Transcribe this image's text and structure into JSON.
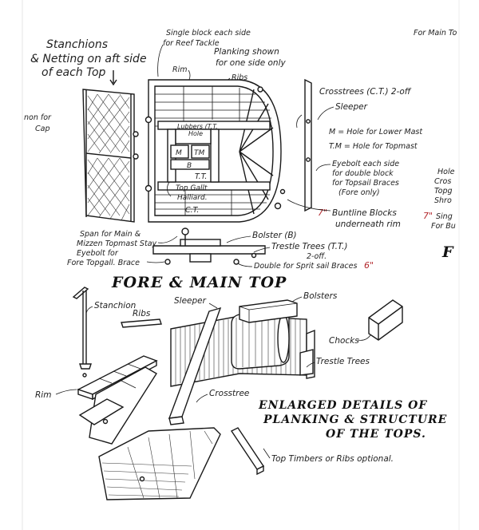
{
  "labels": {
    "stanchions": "Stanchions",
    "netting": "& Netting on aft side",
    "each_top": "of each Top",
    "single_block": "Single block each side",
    "reef_tackle": "for Reef Tackle",
    "planking_shown": "Planking shown",
    "one_side": "for one side only",
    "rim": "Rim",
    "ribs": "Ribs",
    "crosstrees": "Crosstrees (C.T.) 2-off",
    "sleeper": "Sleeper",
    "m_hole": "M = Hole for Lower Mast",
    "tm_hole": "T.M = Hole for Topmast",
    "eyebolt1": "Eyebolt each side",
    "eyebolt2": "for double block",
    "eyebolt3": "for Topsail Braces",
    "eyebolt4": "(Fore only)",
    "lubbers": "Lubbers (T.T.",
    "hole": "Hole",
    "m": "M",
    "tm": "TM",
    "b": "B",
    "tt": "T.T.",
    "topgall": "Top Gallt",
    "halliard": "Halliard.",
    "ct": "C.T.",
    "buntline1": "Buntline Blocks",
    "buntline2": "underneath rim",
    "bolster": "Bolster (B)",
    "span1": "Span for Main &",
    "span2": "Mizzen Topmast Stay",
    "eyebolt_for": "Eyebolt for",
    "fore_brace": "Fore Topgall. Brace",
    "trestle": "Trestle Trees (T.T.)",
    "two_off": "2-off.",
    "double_sprit": "Double for Sprit sail Braces",
    "fore_main_top": "FORE & MAIN TOP",
    "stanchion": "Stanchion",
    "ribs2": "Ribs",
    "sleeper2": "Sleeper",
    "bolsters": "Bolsters",
    "chocks": "Chocks",
    "trestle_trees": "Trestle Trees",
    "rim2": "Rim",
    "crosstree": "Crosstree",
    "enlarged1": "ENLARGED DETAILS OF",
    "enlarged2": "PLANKING & STRUCTURE",
    "enlarged3": "OF THE TOPS.",
    "top_timbers": "Top Timbers or Ribs optional.",
    "left_cap1": "non for",
    "left_cap2": "Cap",
    "right_top": "For Main To",
    "right_hole1": "Hole",
    "right_hole2": "Cros",
    "right_hole3": "Topg",
    "right_hole4": "Shro",
    "right_single1": "Sing",
    "right_single2": "For Bu",
    "right_f": "F",
    "red_7a": "7\"",
    "red_7b": "7\"",
    "red_6": "6\""
  }
}
